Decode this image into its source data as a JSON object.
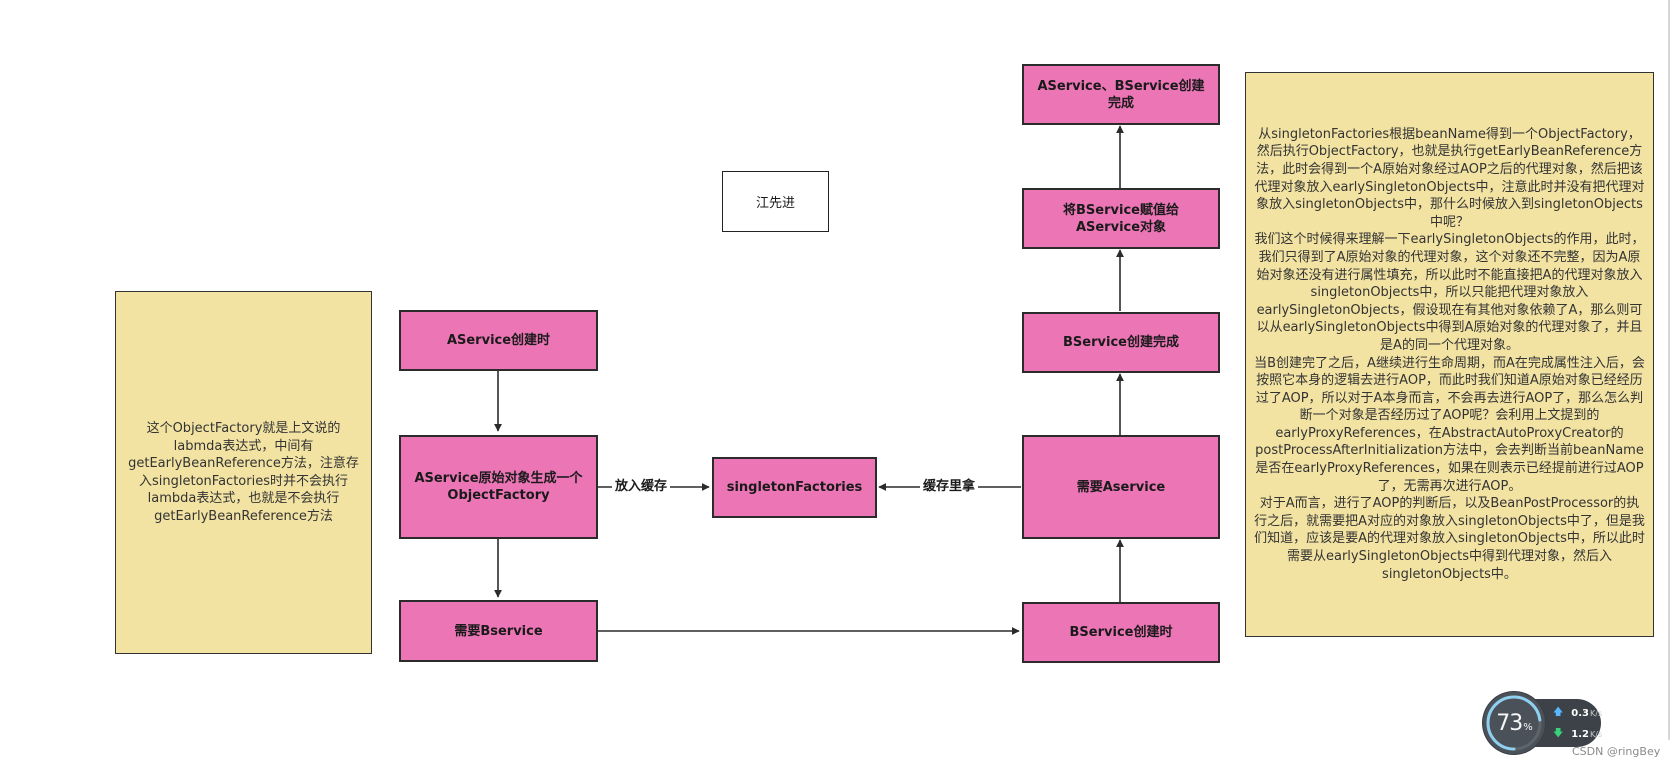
{
  "nodes": {
    "top_note": "江先进",
    "a_create": "AService创建时",
    "a_raw_factory": "AService原始对象生成一个ObjectFactory",
    "need_b": "需要Bservice",
    "singleton_factories": "singletonFactories",
    "need_a": "需要Aservice",
    "b_create_start": "BService创建时",
    "b_create_done": "BService创建完成",
    "assign_b_to_a": "将BService赋值给AService对象",
    "ab_done": "AService、BService创建完成"
  },
  "edge_labels": {
    "put_cache": "放入缓存",
    "take_cache": "缓存里拿"
  },
  "left_note": "这个ObjectFactory就是上文说的labmda表达式，中间有getEarlyBeanReference方法，注意存入singletonFactories时并不会执行lambda表达式，也就是不会执行getEarlyBeanReference方法",
  "right_note": [
    "从singletonFactories根据beanName得到一个ObjectFactory，然后执行ObjectFactory，也就是执行getEarlyBeanReference方法，此时会得到一个A原始对象经过AOP之后的代理对象，然后把该代理对象放入earlySingletonObjects中，注意此时并没有把代理对象放入singletonObjects中，那什么时候放入到singletonObjects中呢？",
    "我们这个时候得来理解一下earlySingletonObjects的作用，此时，我们只得到了A原始对象的代理对象，这个对象还不完整，因为A原始对象还没有进行属性填充，所以此时不能直接把A的代理对象放入singletonObjects中，所以只能把代理对象放入earlySingletonObjects，假设现在有其他对象依赖了A，那么则可以从earlySingletonObjects中得到A原始对象的代理对象了，并且是A的同一个代理对象。",
    "当B创建完了之后，A继续进行生命周期，而A在完成属性注入后，会按照它本身的逻辑去进行AOP，而此时我们知道A原始对象已经经历过了AOP，所以对于A本身而言，不会再去进行AOP了，那么怎么判断一个对象是否经历过了AOP呢？会利用上文提到的earlyProxyReferences，在AbstractAutoProxyCreator的postProcessAfterInitialization方法中，会去判断当前beanName是否在earlyProxyReferences，如果在则表示已经提前进行过AOP了，无需再次进行AOP。",
    "对于A而言，进行了AOP的判断后，以及BeanPostProcessor的执行之后，就需要把A对应的对象放入singletonObjects中了，但是我们知道，应该是要A的代理对象放入singletonObjects中，所以此时需要从earlySingletonObjects中得到代理对象，然后入singletonObjects中。"
  ],
  "net_widget": {
    "percent": "73",
    "percent_unit": "%",
    "upload_value": "0.3",
    "upload_unit": "K/s",
    "download_value": "1.2",
    "download_unit": "K/s"
  },
  "watermark": "CSDN @ringBey",
  "colors": {
    "box_fill": "#ec75b6",
    "note_fill": "#f2e3a3",
    "stroke": "#2b2b2b",
    "gauge_ring": "#8fd0f0",
    "upload_arrow": "#59b6ff",
    "download_arrow": "#38d27a"
  }
}
